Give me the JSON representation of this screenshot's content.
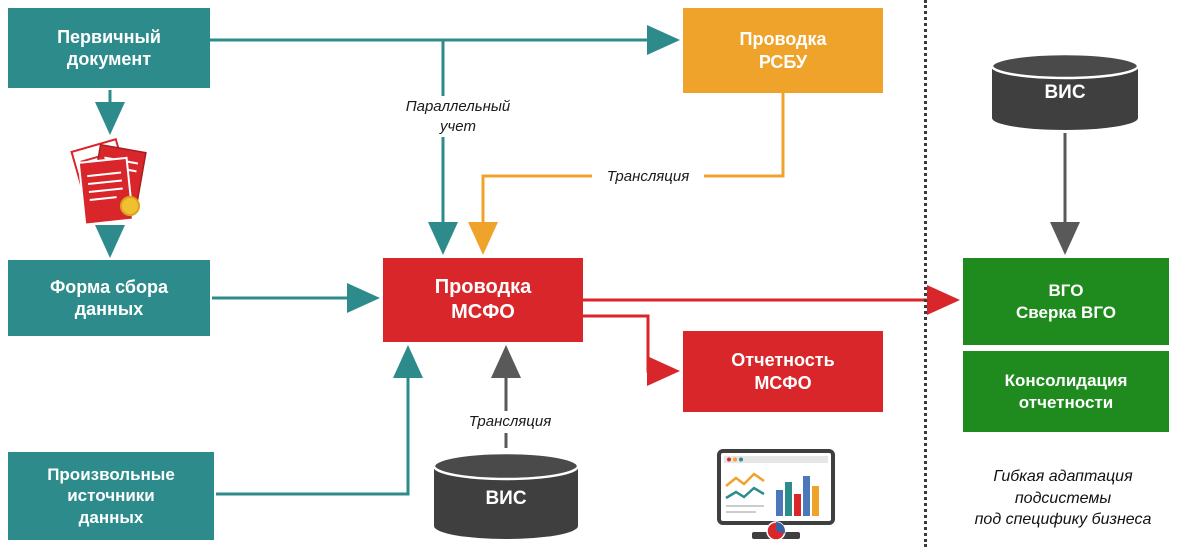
{
  "colors": {
    "teal": "#2e8b8c",
    "orange": "#efa32b",
    "red": "#d9262b",
    "green": "#1f8b1f",
    "cylinder_dark": "#3f3f3f",
    "arrow_gray": "#595959"
  },
  "nodes": {
    "primary_document": "Первичный\nдокумент",
    "data_collection_form": "Форма сбора\nданных",
    "arbitrary_sources": "Произвольные\nисточники\nданных",
    "rsbu_posting": "Проводка\nРСБУ",
    "msfo_posting": "Проводка\nМСФО",
    "msfo_reporting": "Отчетность\nМСФО",
    "vis_source": "ВИС",
    "vis_subsystem": "ВИС",
    "vgo_reconciliation": "ВГО\nСверка ВГО",
    "consolidation": "Консолидация\nотчетности"
  },
  "edge_labels": {
    "parallel_accounting": "Параллельный\nучет",
    "translation_rsbu": "Трансляция",
    "translation_vis": "Трансляция"
  },
  "note": "Гибкая адаптация\nподсистемы\nпод специфику бизнеса"
}
